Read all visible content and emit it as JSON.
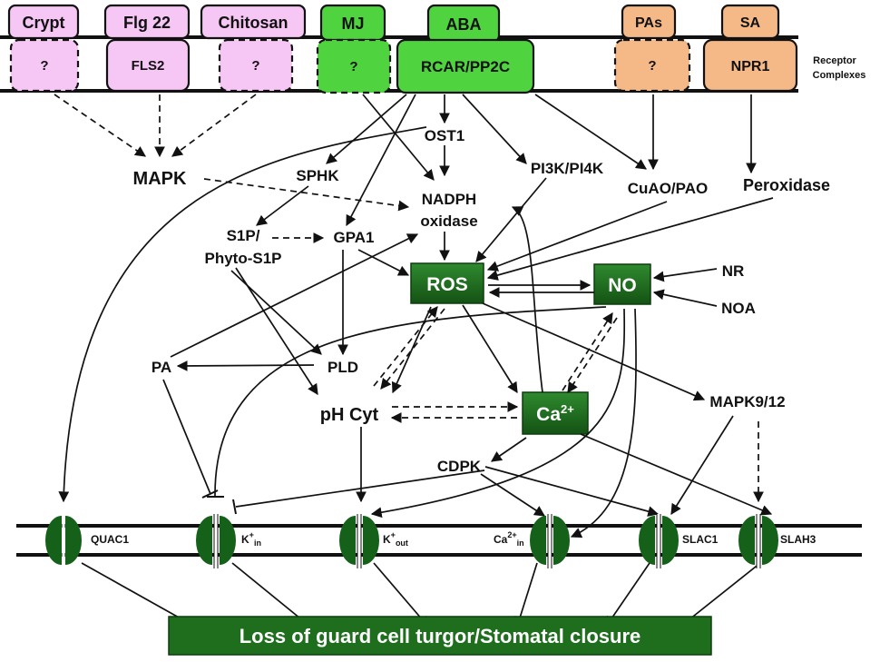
{
  "receptors": {
    "crypt": {
      "label": "Crypt",
      "receptor": "?"
    },
    "flg22": {
      "label": "Flg 22",
      "receptor": "FLS2"
    },
    "chitosan": {
      "label": "Chitosan",
      "receptor": "?"
    },
    "mj": {
      "label": "MJ",
      "receptor": "?"
    },
    "aba": {
      "label": "ABA",
      "receptor": "RCAR/PP2C"
    },
    "pas": {
      "label": "PAs",
      "receptor": "?"
    },
    "sa": {
      "label": "SA",
      "receptor": "NPR1"
    },
    "complex_label_1": "Receptor",
    "complex_label_2": "Complexes"
  },
  "nodes": {
    "ost1": "OST1",
    "mapk": "MAPK",
    "sphk": "SPHK",
    "nadph_1": "NADPH",
    "nadph_2": "oxidase",
    "pi3k": "PI3K/PI4K",
    "cuao": "CuAO/PAO",
    "peroxidase": "Peroxidase",
    "s1p_1": "S1P/",
    "s1p_2": "Phyto-S1P",
    "gpa1": "GPA1",
    "ros": "ROS",
    "no": "NO",
    "nr": "NR",
    "noa": "NOA",
    "pa": "PA",
    "pld": "PLD",
    "ph_cyt": "pH Cyt",
    "ca_base": "Ca",
    "ca_sup": "2+",
    "mapk912": "MAPK9/12",
    "cdpk": "CDPK"
  },
  "channels": {
    "quac1": "QUAC1",
    "kin_base": "K",
    "kin_sup": "+",
    "kin_sub": "in",
    "kout_base": "K",
    "kout_sup": "+",
    "kout_sub": "out",
    "cain_base": "Ca",
    "cain_sup": "2+",
    "cain_sub": "in",
    "slac1": "SLAC1",
    "slah3": "SLAH3"
  },
  "outcome": "Loss of guard cell turgor/Stomatal closure",
  "colors": {
    "pink": "#f6c6f4",
    "bright_green": "#4fd43f",
    "orange": "#f5b887",
    "dark_green": "#1b6b1b",
    "channel_green": "#15611a"
  }
}
